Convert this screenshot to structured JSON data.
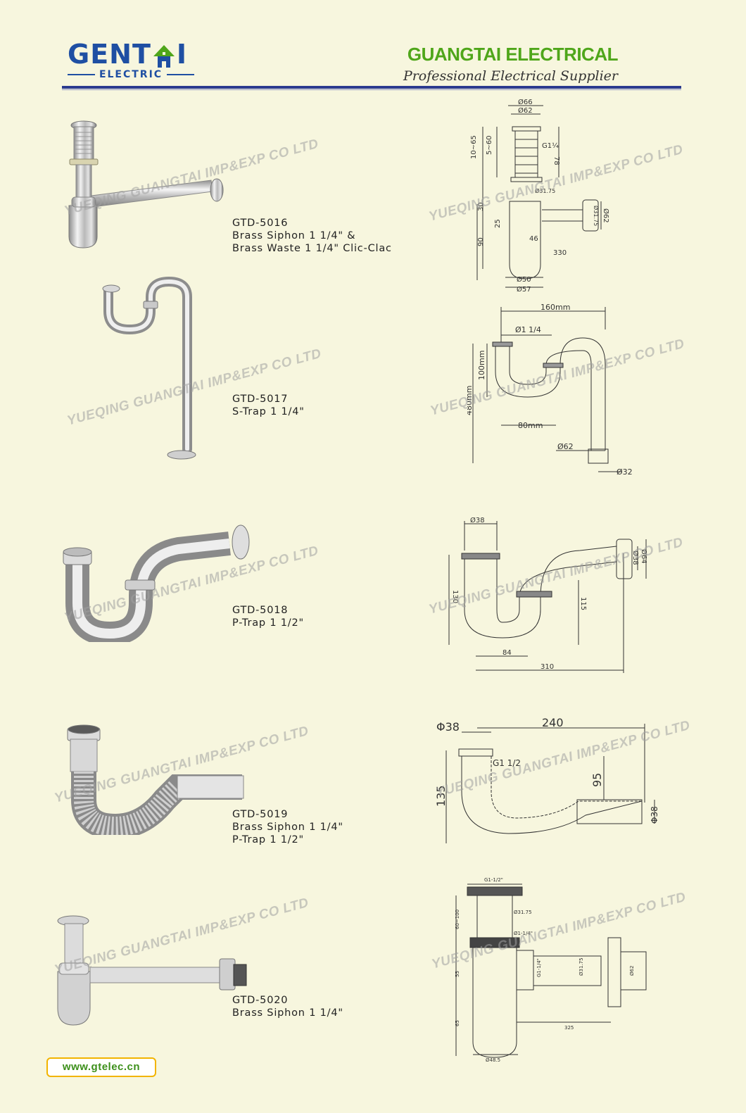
{
  "header": {
    "logo_main_left": "GENT",
    "logo_main_right": "I",
    "logo_sub": "ELECTRIC",
    "company_name": "GUANGTAI ELECTRICAL",
    "tagline": "Professional Electrical Supplier"
  },
  "watermark_text": "YUEQING GUANGTAI IMP&EXP CO LTD",
  "products": [
    {
      "code": "GTD-5016",
      "lines": [
        "Brass Siphon 1 1/4\" &",
        "Brass Waste 1 1/4\" Clic-Clac"
      ]
    },
    {
      "code": "GTD-5017",
      "lines": [
        "S-Trap 1 1/4\""
      ]
    },
    {
      "code": "GTD-5018",
      "lines": [
        "P-Trap 1 1/2\""
      ]
    },
    {
      "code": "GTD-5019",
      "lines": [
        "Brass Siphon 1 1/4\"",
        "P-Trap 1 1/2\""
      ]
    },
    {
      "code": "GTD-5020",
      "lines": [
        "Brass Siphon 1 1/4\""
      ]
    }
  ],
  "dimensions": {
    "d5016": [
      "Ø66",
      "Ø62",
      "G1¼",
      "10~65",
      "5~60",
      "78",
      "Ø31.75",
      "30",
      "25",
      "90",
      "46",
      "330",
      "Ø31.75",
      "Ø62",
      "Ø50",
      "Ø57"
    ],
    "d5017": [
      "160mm",
      "Ø1 1/4",
      "100mm",
      "480mm",
      "80mm",
      "Ø62",
      "Ø32"
    ],
    "d5018": [
      "Ø38",
      "130",
      "115",
      "84",
      "310",
      "Ø38",
      "Ø64"
    ],
    "d5019": [
      "Φ38",
      "240",
      "G1 1/2",
      "135",
      "95",
      "Φ38"
    ],
    "d5020": [
      "G1-1/2\"",
      "Ø31.75",
      "Ø1-1/4\"",
      "60~100",
      "G1-1/4\"",
      "Ø31.75",
      "Ø62",
      "55",
      "65",
      "325",
      "Ø48.5"
    ]
  },
  "website": "www.gtelec.cn",
  "colors": {
    "brand_blue": "#1f4fa3",
    "brand_green": "#4fa61a",
    "rule": "#2b3a8f",
    "page_bg": "#f7f6de"
  }
}
